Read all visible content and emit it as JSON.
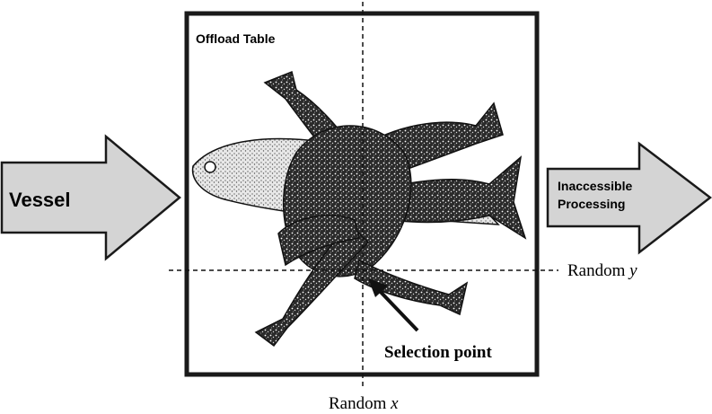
{
  "left_arrow": {
    "label": "Vessel"
  },
  "table": {
    "title": "Offload Table"
  },
  "right_arrow": {
    "line1": "Inaccessible",
    "line2": "Processing"
  },
  "axes": {
    "x_label_prefix": "Random ",
    "x_var": "x",
    "y_label_prefix": "Random ",
    "y_var": "y"
  },
  "pointer": {
    "label": "Selection point"
  },
  "colors": {
    "arrow_fill": "#d4d4d4",
    "stroke": "#1a1a1a"
  }
}
